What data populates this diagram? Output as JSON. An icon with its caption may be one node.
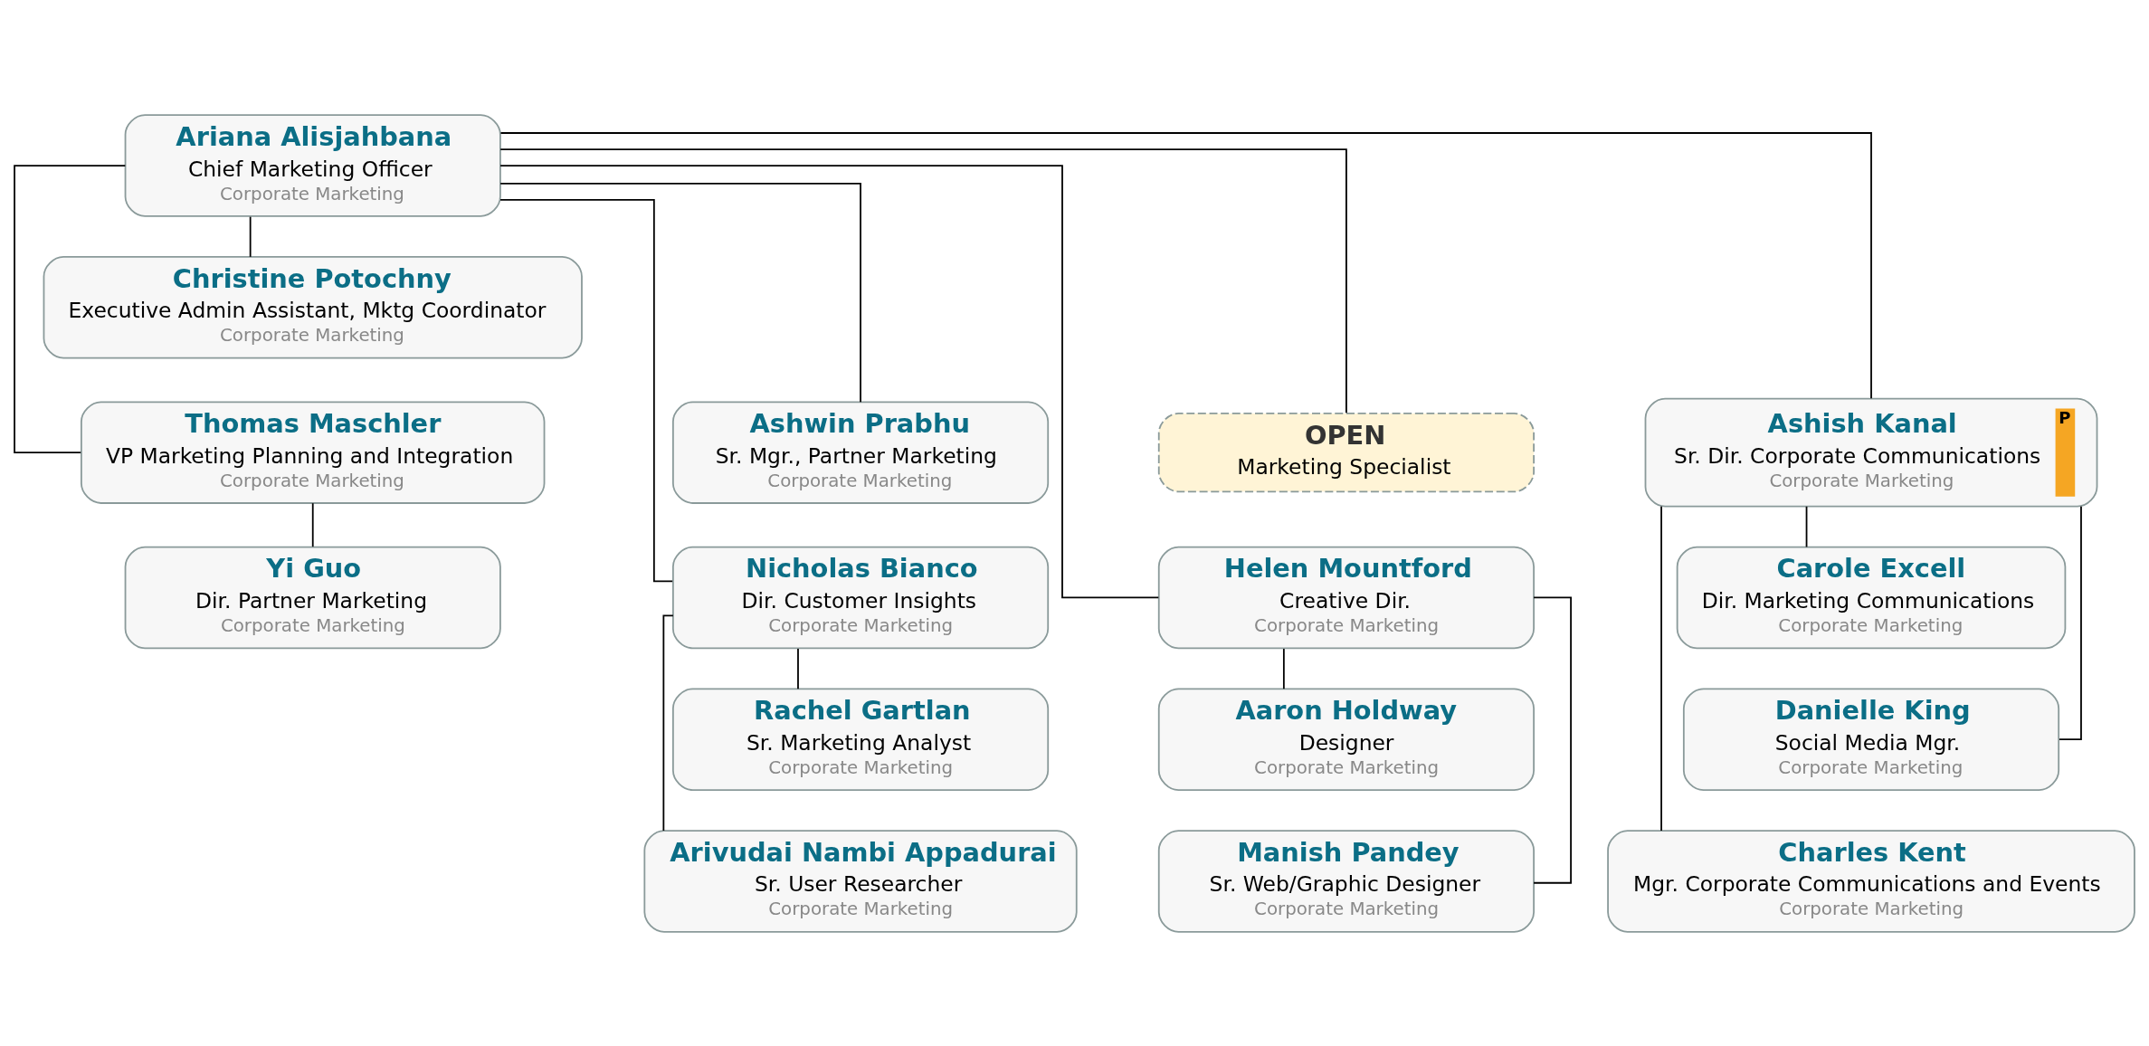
{
  "diagram": {
    "nodes": [
      {
        "text": [
          "Ariana Alisjahbana",
          "Chief Marketing Officer",
          "Corporate Marketing"
        ]
      },
      {
        "text": [
          "Christine Potochny",
          "Executive Admin Assistant, Mktg Coordinator",
          "Corporate Marketing"
        ]
      },
      {
        "text": [
          "Ashwin Prabhu",
          "Sr. Mgr., Partner Marketing",
          "Corporate Marketing"
        ]
      },
      {
        "text": [
          "OPEN",
          "Marketing Specialist"
        ]
      },
      {
        "text": [
          "Thomas Maschler",
          "VP Marketing Planning and Integration",
          "Corporate Marketing"
        ]
      },
      {
        "text": [
          "Ashish Kanal",
          "Sr. Dir. Corporate Communications",
          "Corporate Marketing",
          "P"
        ]
      },
      {
        "text": [
          "Nicholas Bianco",
          "Dir. Customer Insights",
          "Corporate Marketing"
        ]
      },
      {
        "text": [
          "Helen Mountford",
          "Creative Dir.",
          "Corporate Marketing"
        ]
      },
      {
        "text": [
          "Yi Guo",
          "Dir. Partner Marketing",
          "Corporate Marketing"
        ]
      },
      {
        "text": [
          "Carole Excell",
          "Dir. Marketing Communications",
          "Corporate Marketing"
        ]
      },
      {
        "text": [
          "Rachel Gartlan",
          "Sr. Marketing Analyst",
          "Corporate Marketing"
        ]
      },
      {
        "text": [
          "Arivudai Nambi Appadurai",
          "Sr. User Researcher",
          "Corporate Marketing"
        ]
      },
      {
        "text": [
          "Aaron Holdway",
          "Designer",
          "Corporate Marketing"
        ]
      },
      {
        "text": [
          "Manish Pandey",
          "Sr. Web/Graphic Designer",
          "Corporate Marketing"
        ]
      },
      {
        "text": [
          "Danielle King",
          "Social Media Mgr.",
          "Corporate Marketing"
        ]
      },
      {
        "text": [
          "Charles Kent",
          "Mgr. Corporate Communications and Events",
          "Corporate Marketing"
        ]
      }
    ],
    "edges": [
      {
        "from": 0,
        "to": 1,
        "arrow": "none"
      },
      {
        "from": 0,
        "to": 2,
        "arrow": "none"
      },
      {
        "from": 0,
        "to": 3,
        "arrow": "none"
      },
      {
        "from": 0,
        "to": 4,
        "arrow": "none"
      },
      {
        "from": 0,
        "to": 5,
        "arrow": "none"
      },
      {
        "from": 0,
        "to": 6,
        "arrow": "none"
      },
      {
        "from": 0,
        "to": 7,
        "arrow": "none"
      },
      {
        "from": 4,
        "to": 8,
        "arrow": "none"
      },
      {
        "from": 5,
        "to": 9,
        "arrow": "none"
      },
      {
        "from": 5,
        "to": 14,
        "arrow": "none"
      },
      {
        "from": 5,
        "to": 15,
        "arrow": "none"
      },
      {
        "from": 6,
        "to": 10,
        "arrow": "none"
      },
      {
        "from": 6,
        "to": 11,
        "arrow": "none"
      },
      {
        "from": 7,
        "to": 12,
        "arrow": "none"
      },
      {
        "from": 7,
        "to": 13,
        "arrow": "none"
      }
    ]
  }
}
